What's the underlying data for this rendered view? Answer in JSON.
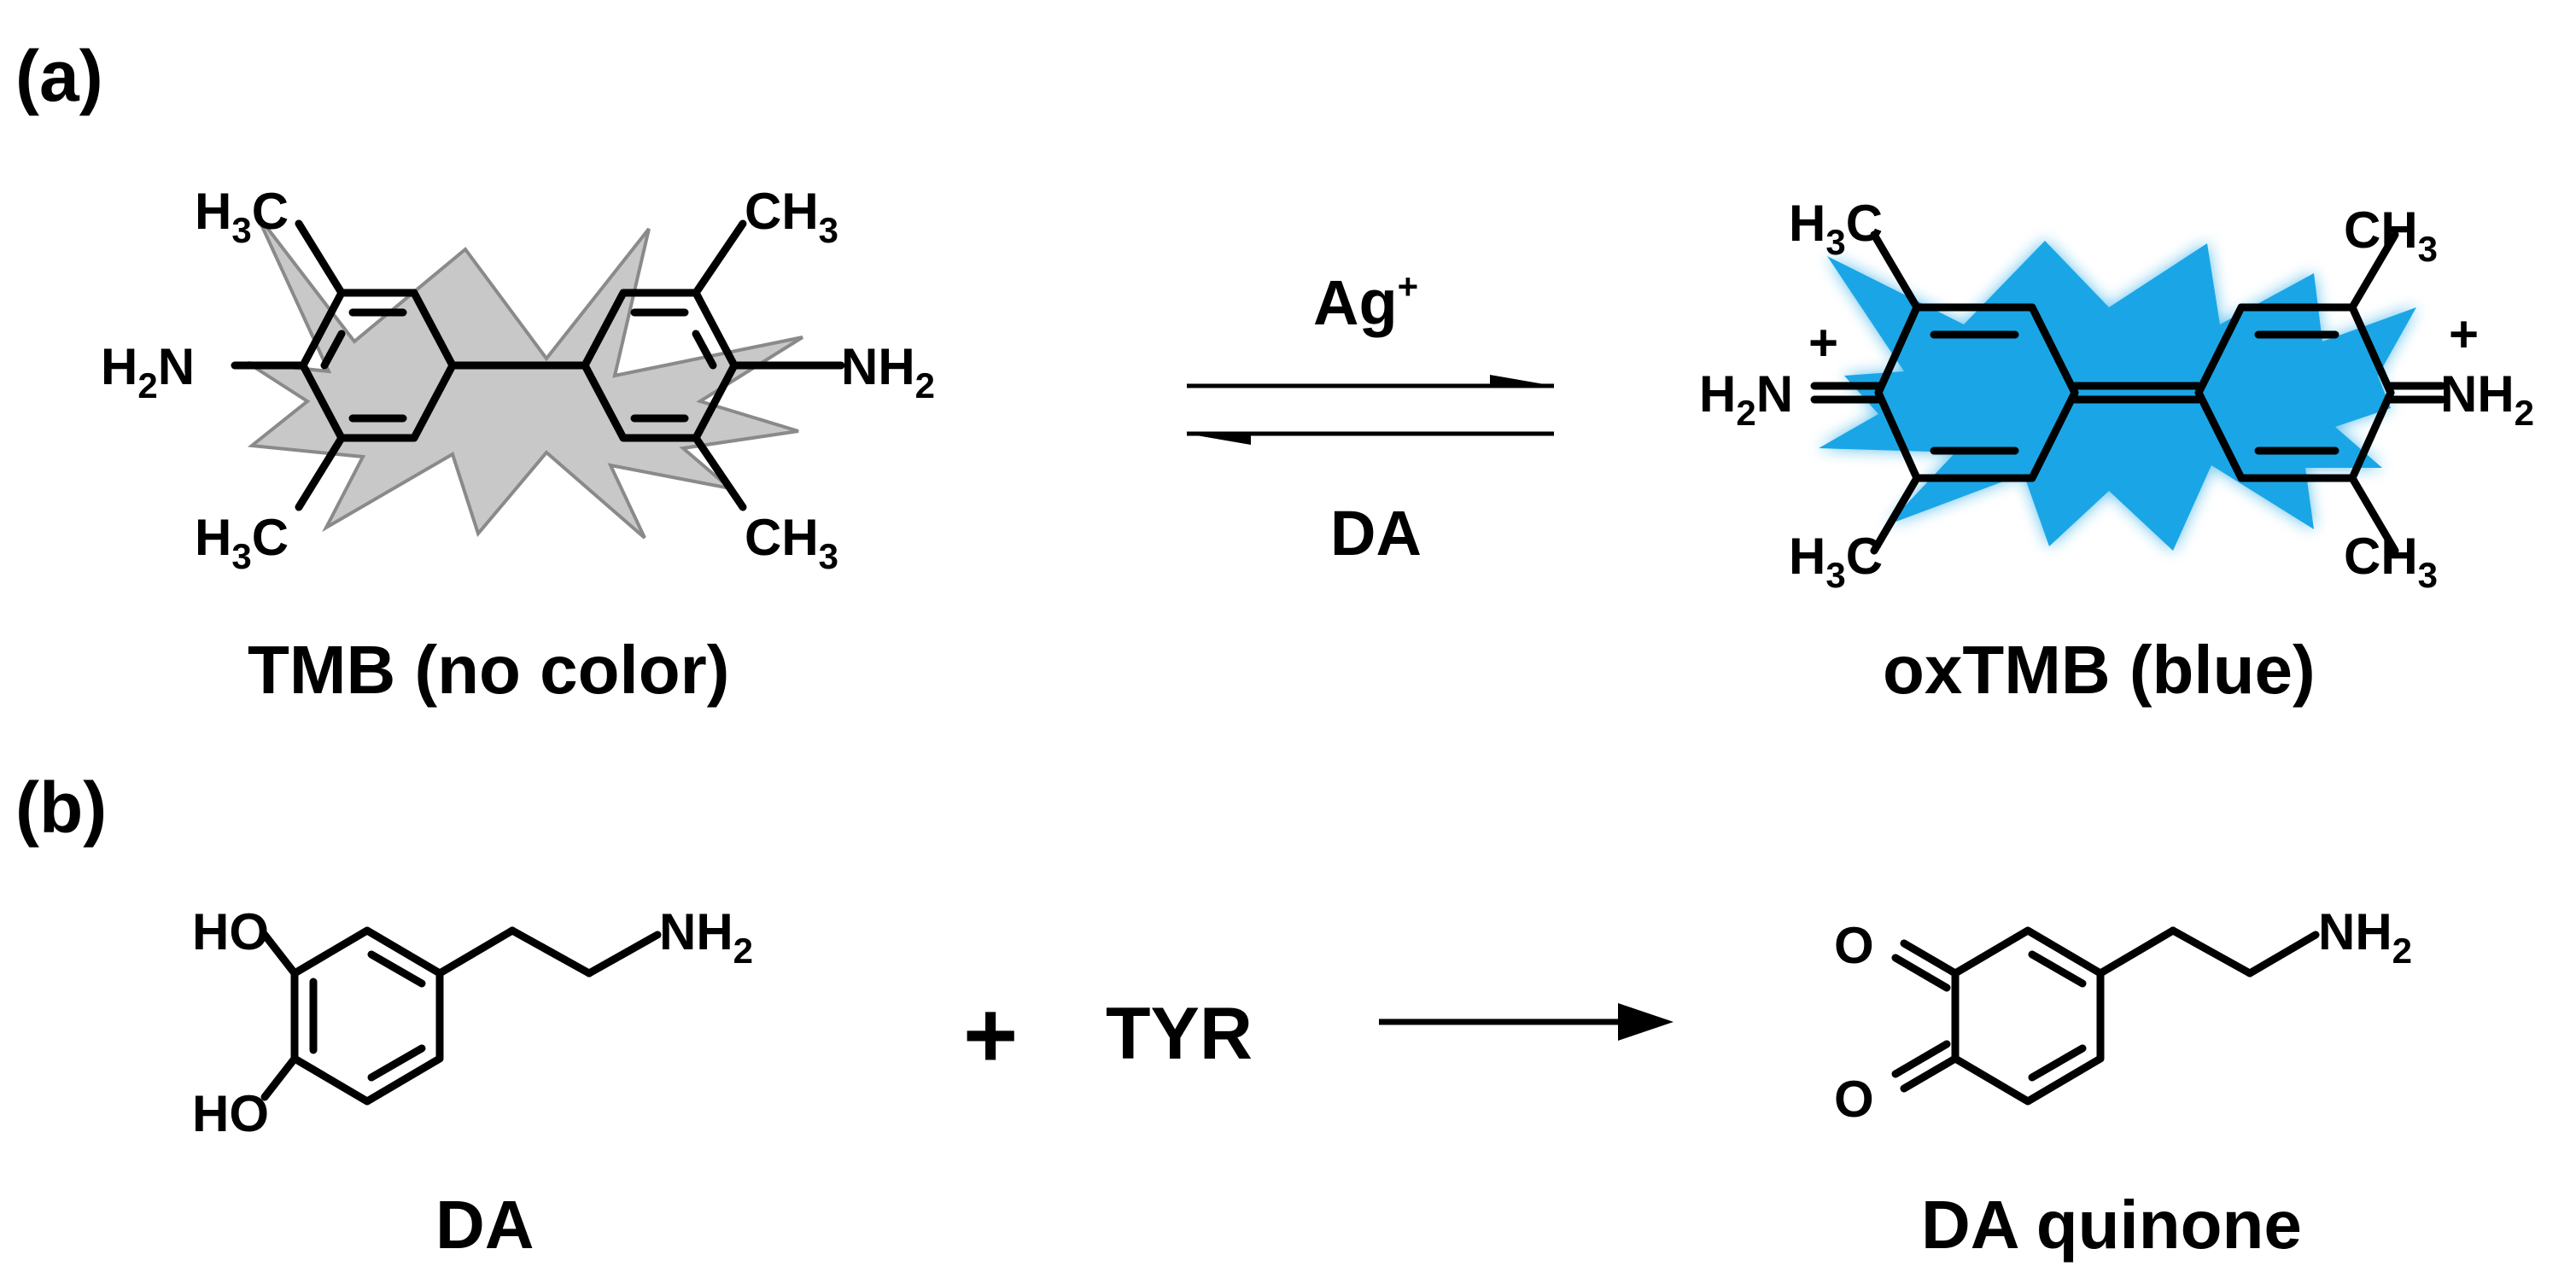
{
  "panels": {
    "a": "(a)",
    "b": "(b)"
  },
  "colors": {
    "oxidized_highlight": "#1aa6e6",
    "reduced_highlight": "#c8c8c8"
  },
  "reaction_a": {
    "reactant_caption": "TMB (no color)",
    "product_caption": "oxTMB (blue)",
    "forward_reagent": "Ag",
    "forward_reagent_charge": "+",
    "reverse_reagent": "DA",
    "tmb_groups": {
      "top_left": {
        "main": "H",
        "sub": "3",
        "tail": "C"
      },
      "bottom_left": {
        "main": "H",
        "sub": "3",
        "tail": "C"
      },
      "top_right": {
        "main": "CH",
        "sub": "3"
      },
      "bottom_right": {
        "main": "CH",
        "sub": "3"
      },
      "left_amine": {
        "main": "H",
        "sub": "2",
        "tail": "N"
      },
      "right_amine": {
        "main": "NH",
        "sub": "2"
      }
    },
    "oxtmb_groups": {
      "top_left": {
        "main": "H",
        "sub": "3",
        "tail": "C"
      },
      "bottom_left": {
        "main": "H",
        "sub": "3",
        "tail": "C"
      },
      "top_right": {
        "main": "CH",
        "sub": "3"
      },
      "bottom_right": {
        "main": "CH",
        "sub": "3"
      },
      "left_amine": {
        "main": "H",
        "sub": "2",
        "tail": "N"
      },
      "right_amine": {
        "main": "NH",
        "sub": "2"
      },
      "charge": "+"
    }
  },
  "reaction_b": {
    "reactant_caption": "DA",
    "product_caption": "DA quinone",
    "plus_sign": "+",
    "enzyme": "TYR",
    "da_groups": {
      "hydroxyl_top": "HO",
      "hydroxyl_bottom": "HO",
      "amine": {
        "main": "NH",
        "sub": "2"
      }
    },
    "quinone_groups": {
      "oxygen_top": "O",
      "oxygen_bottom": "O",
      "amine": {
        "main": "NH",
        "sub": "2"
      }
    }
  }
}
